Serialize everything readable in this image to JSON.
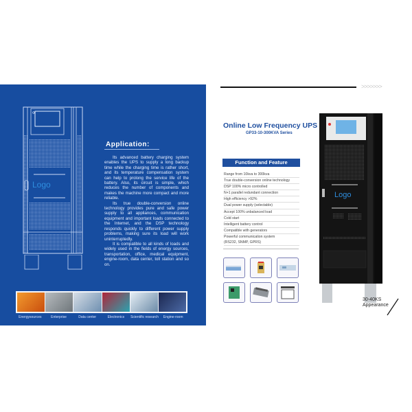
{
  "left_page": {
    "drawing_logo": "Logo",
    "application": {
      "heading": "Application:",
      "paragraphs": [
        "Its advanced battery charging system enables the UPS to supply a long backup time while the charging time is rather short, and its temperature compensation system can help to prolong the service life of the battery. Also, its circuit is simple, which reduces the number of components and makes the machine more compact and more reliable.",
        "Its true double-conversion online technology provides pure and safe power supply to all appliances, communication equipment and important loads connected to the Internet, and the DSP technology responds quickly to different power supply problems, making sure its load will work uninterruptedly.",
        "It is compatible to all kinds of loads and widely used in the fields of energy sources, transportation, office, medical equipment, engine-room, data center, toll station and so on."
      ]
    },
    "applications_strip": [
      {
        "label": "Energysources",
        "color": "#e0701a"
      },
      {
        "label": "Enterprise",
        "color": "#8a9094"
      },
      {
        "label": "Data center",
        "color": "#9eb3c6"
      },
      {
        "label": "Electronics",
        "color": "#2b8c96"
      },
      {
        "label": "Scientific research",
        "color": "#9fb7cc"
      },
      {
        "label": "Engine-room",
        "color": "#2b3b6b"
      }
    ]
  },
  "right_page": {
    "chevrons": ">>>>>>>",
    "title": "Online Low Frequency UPS",
    "subtitle": "GP33-10-300KVA Series",
    "feature_header": "Function and Feature",
    "features": [
      "Range from 10kva to 300kva",
      "True double-conversion online technology",
      "DSP 100% micro controlled",
      "N+1 parallel redundant connection",
      "High efficiency >92%",
      "Dual power supply (selectable)",
      "Accept 100% unbalanced load",
      "Cold start",
      "Intelligent battery control",
      "Compatible with generators",
      "Powerful communication system",
      "(RS232, SNMP, GPRS)"
    ],
    "product_logo": "Logo",
    "appearance_line1": "30-40KS",
    "appearance_line2": "Appearance"
  },
  "colors": {
    "panel_blue": "#174da0",
    "title_blue": "#1f4f9f",
    "logo_blue": "#2f8fe0"
  }
}
